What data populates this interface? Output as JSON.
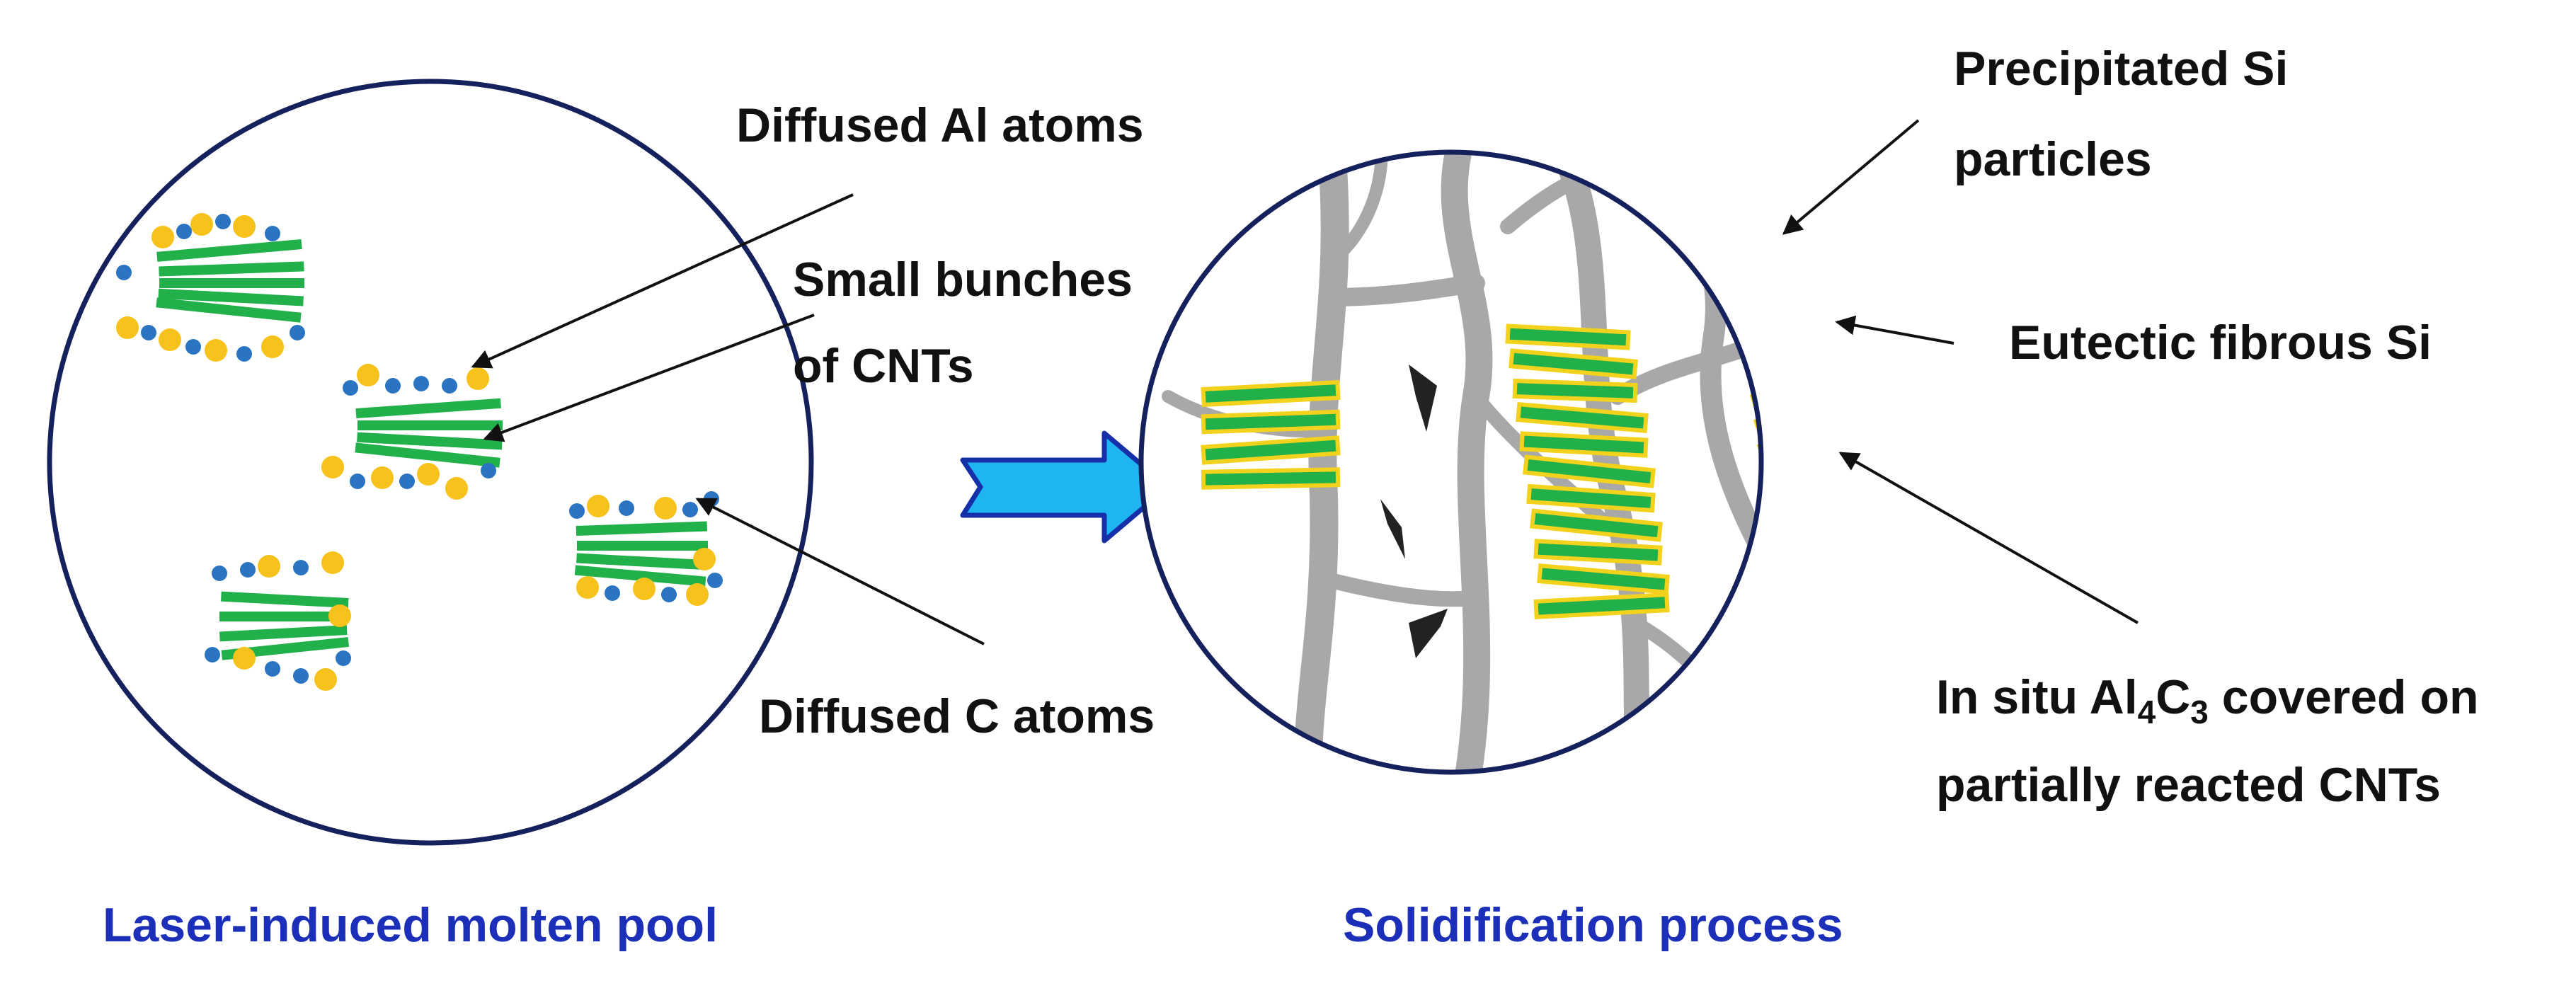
{
  "colors": {
    "circle_outline": "#15215c",
    "caption_text": "#1b2fb8",
    "cnt_tube": "#21b04a",
    "cnt_outline": "#f2d21c",
    "al_atom": "#f7c21b",
    "c_atom": "#2a74c2",
    "eutectic_si": "#a8a8a8",
    "precipitated_si": "#222222",
    "arrow_fill": "#1fb5f2",
    "arrow_stroke": "#1530a8"
  },
  "left": {
    "caption": "Laser-induced molten pool",
    "labels": {
      "al_atoms": "Diffused Al atoms",
      "cnt_line1": "Small bunches",
      "cnt_line2": "of CNTs",
      "c_atoms": "Diffused C atoms"
    }
  },
  "right": {
    "caption": "Solidification process",
    "labels": {
      "si_line1": "Precipitated Si",
      "si_line2": "particles",
      "eutectic": "Eutectic fibrous Si",
      "al4c3_line1_a": "In situ Al",
      "al4c3_sub1": "4",
      "al4c3_line1_b": "C",
      "al4c3_sub2": "3",
      "al4c3_line1_c": " covered on",
      "al4c3_line2": "partially reacted CNTs"
    }
  },
  "icons": {
    "process_arrow": "right-arrow-icon"
  }
}
